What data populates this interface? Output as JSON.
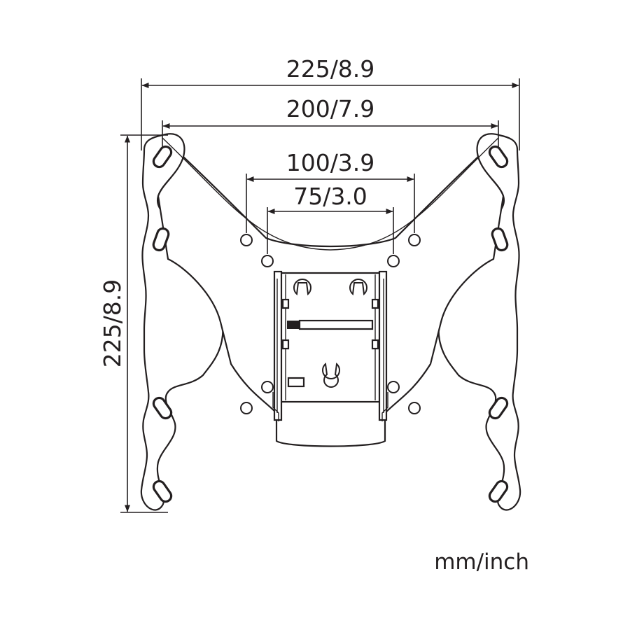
{
  "dimensions": {
    "outer_width": "225/8.9",
    "inner_width": "200/7.9",
    "mid_width": "100/3.9",
    "small_width": "75/3.0",
    "height": "225/8.9"
  },
  "units": "mm/inch"
}
